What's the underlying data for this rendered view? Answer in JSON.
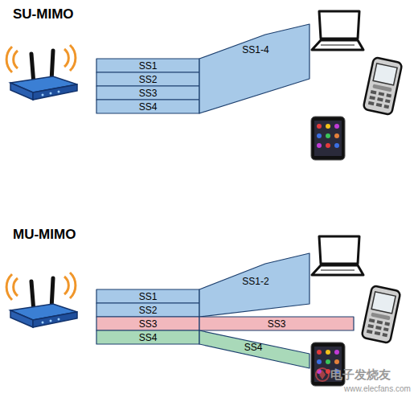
{
  "diagram": {
    "nodes": [
      {
        "text": [
          "SS1"
        ]
      },
      {
        "text": [
          "SS2"
        ]
      },
      {
        "text": [
          "SS3"
        ]
      },
      {
        "text": [
          "SS4"
        ]
      },
      {
        "text": [
          "SS1-4"
        ]
      },
      {
        "text": [
          "SS1"
        ]
      },
      {
        "text": [
          "SS2"
        ]
      },
      {
        "text": [
          "SS3"
        ]
      },
      {
        "text": [
          "SS4"
        ]
      },
      {
        "text": [
          "SS1-2"
        ]
      },
      {
        "text": [
          "SS3"
        ]
      },
      {
        "text": [
          "SS4"
        ]
      }
    ],
    "labels": [
      "SU-MIMO",
      "MU-MIMO",
      "电子发烧友",
      "www.elecfans.com"
    ]
  }
}
